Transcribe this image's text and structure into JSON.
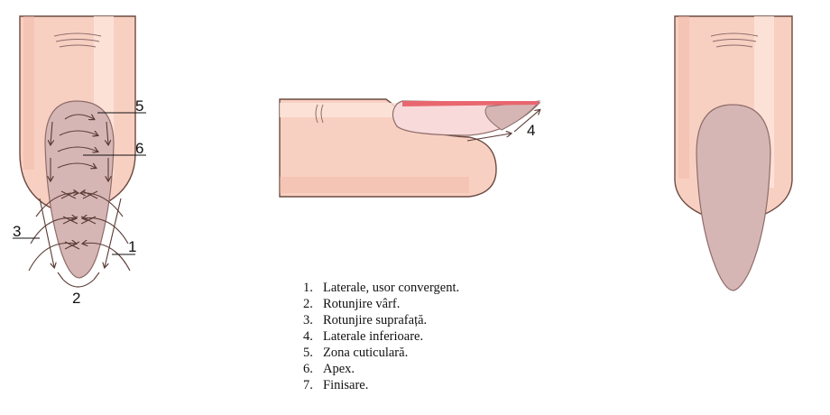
{
  "colors": {
    "skin": "#f8d0c2",
    "skin_shade": "#efb7a6",
    "skin_light": "#fde5dc",
    "outline": "#6b4a41",
    "nail": "#d6b6b5",
    "nail_outline": "#8e6c69",
    "nail_tip": "#e8676f",
    "arrow": "#5a3a34"
  },
  "callouts": {
    "one": "1",
    "two": "2",
    "three": "3",
    "four": "4",
    "five": "5",
    "six": "6"
  },
  "legend": {
    "items": [
      {
        "num": "1.",
        "text": "Laterale, usor convergent."
      },
      {
        "num": "2.",
        "text": "Rotunjire vârf."
      },
      {
        "num": "3.",
        "text": "Rotunjire suprafață."
      },
      {
        "num": "4.",
        "text": "Laterale inferioare."
      },
      {
        "num": "5.",
        "text": "Zona cuticulară."
      },
      {
        "num": "6.",
        "text": "Apex."
      },
      {
        "num": "7.",
        "text": "Finisare."
      }
    ]
  }
}
